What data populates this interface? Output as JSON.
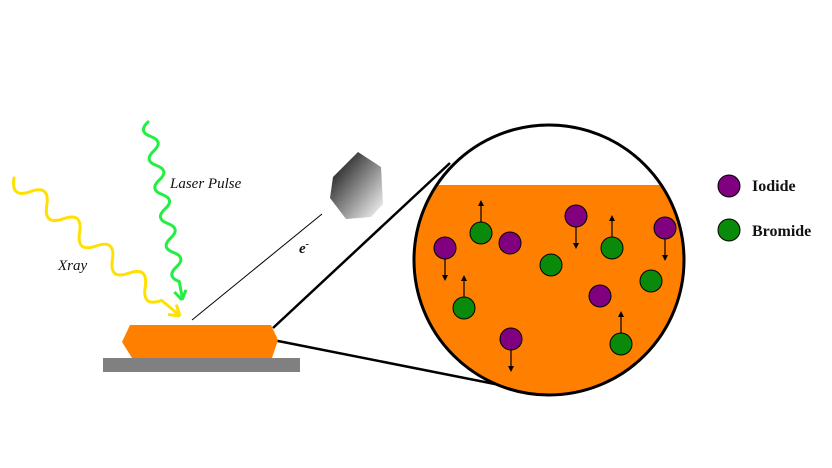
{
  "labels": {
    "laser": "Laser Pulse",
    "xray": "Xray",
    "electron": "e",
    "electron_sup": "-"
  },
  "legend": {
    "items": [
      {
        "label": "Iodide",
        "color": "#800080"
      },
      {
        "label": "Bromide",
        "color": "#0a8a0a"
      }
    ]
  },
  "colors": {
    "sample": "#ff8000",
    "substrate": "#808080",
    "xray": "#ffe000",
    "laser": "#22ee44",
    "iodide": "#800080",
    "bromide": "#0a8a0a",
    "detector_dark": "#000000",
    "detector_light": "#ffffff",
    "background": "#ffffff"
  },
  "particles": [
    {
      "kind": "iodide",
      "arrow": "down"
    },
    {
      "kind": "bromide",
      "arrow": "up"
    },
    {
      "kind": "iodide",
      "arrow": "none"
    },
    {
      "kind": "iodide",
      "arrow": "down"
    },
    {
      "kind": "bromide",
      "arrow": "up"
    },
    {
      "kind": "iodide",
      "arrow": "down"
    },
    {
      "kind": "bromide",
      "arrow": "none"
    },
    {
      "kind": "bromide",
      "arrow": "none"
    },
    {
      "kind": "iodide",
      "arrow": "none"
    },
    {
      "kind": "bromide",
      "arrow": "up"
    },
    {
      "kind": "iodide",
      "arrow": "down"
    },
    {
      "kind": "bromide",
      "arrow": "up"
    }
  ]
}
